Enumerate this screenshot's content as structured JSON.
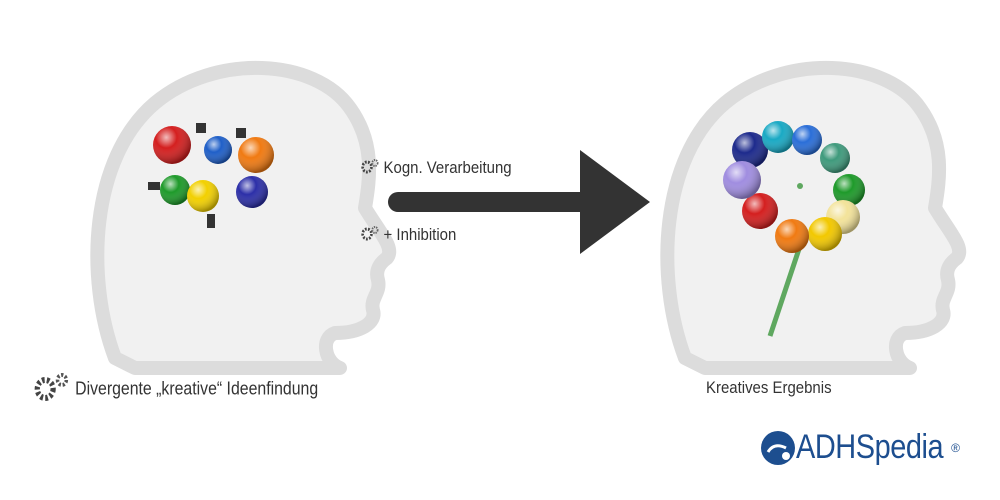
{
  "labels": {
    "left_caption": "Divergente „kreative“ Ideenfindung",
    "process_top": "Kogn. Verarbeitung",
    "process_bottom": "+ Inhibition",
    "right_caption": "Kreatives Ergebnis"
  },
  "logo": {
    "text": "ADHSpedia",
    "mark": "®"
  },
  "colors": {
    "arrow": "#333333",
    "head": "#e6e6e6",
    "logo": "#1d4e8f",
    "stem": "#5fa860"
  },
  "icons": [
    "gears-icon",
    "arrow-right-icon",
    "head-silhouette-icon",
    "light-bulb-icon"
  ]
}
